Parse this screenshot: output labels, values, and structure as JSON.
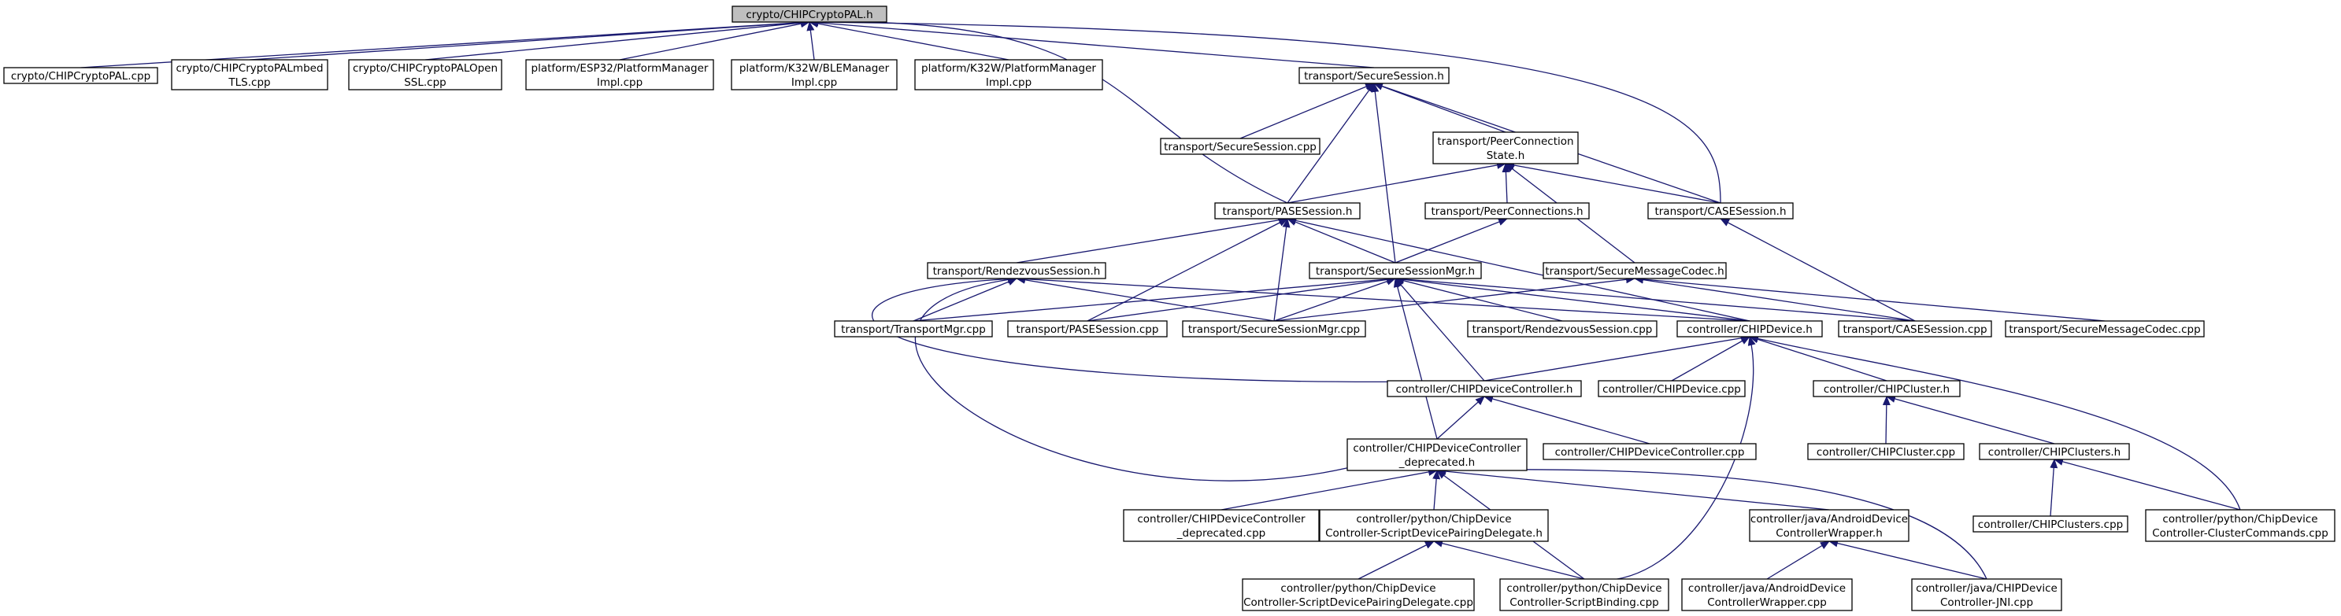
{
  "graph": {
    "colors": {
      "edge": "#191970",
      "node_border": "#000000",
      "root_fill": "#bfbfbf",
      "node_fill": "#ffffff"
    },
    "nodes": [
      {
        "id": "root",
        "lines": [
          "crypto/CHIPCryptoPAL.h"
        ]
      },
      {
        "id": "cryptopal_cpp",
        "lines": [
          "crypto/CHIPCryptoPAL.cpp"
        ]
      },
      {
        "id": "cryptopal_mbedtls",
        "lines": [
          "crypto/CHIPCryptoPALmbed",
          "TLS.cpp"
        ]
      },
      {
        "id": "cryptopal_openssl",
        "lines": [
          "crypto/CHIPCryptoPALOpen",
          "SSL.cpp"
        ]
      },
      {
        "id": "esp32_pm",
        "lines": [
          "platform/ESP32/PlatformManager",
          "Impl.cpp"
        ]
      },
      {
        "id": "k32w_ble",
        "lines": [
          "platform/K32W/BLEManager",
          "Impl.cpp"
        ]
      },
      {
        "id": "k32w_pm",
        "lines": [
          "platform/K32W/PlatformManager",
          "Impl.cpp"
        ]
      },
      {
        "id": "securesession_h",
        "lines": [
          "transport/SecureSession.h"
        ]
      },
      {
        "id": "securesession_cpp",
        "lines": [
          "transport/SecureSession.cpp"
        ]
      },
      {
        "id": "peerconn_state",
        "lines": [
          "transport/PeerConnection",
          "State.h"
        ]
      },
      {
        "id": "casesession_h",
        "lines": [
          "transport/CASESession.h"
        ]
      },
      {
        "id": "peerconnections_h",
        "lines": [
          "transport/PeerConnections.h"
        ]
      },
      {
        "id": "pasesession_h",
        "lines": [
          "transport/PASESession.h"
        ]
      },
      {
        "id": "rendezvous_h",
        "lines": [
          "transport/RendezvousSession.h"
        ]
      },
      {
        "id": "securesessionmgr_h",
        "lines": [
          "transport/SecureSessionMgr.h"
        ]
      },
      {
        "id": "securemsgcodec_h",
        "lines": [
          "transport/SecureMessageCodec.h"
        ]
      },
      {
        "id": "transportmgr_cpp",
        "lines": [
          "transport/TransportMgr.cpp"
        ]
      },
      {
        "id": "pasesession_cpp",
        "lines": [
          "transport/PASESession.cpp"
        ]
      },
      {
        "id": "securesessionmgr_cpp",
        "lines": [
          "transport/SecureSessionMgr.cpp"
        ]
      },
      {
        "id": "rendezvous_cpp",
        "lines": [
          "transport/RendezvousSession.cpp"
        ]
      },
      {
        "id": "chipdevice_h",
        "lines": [
          "controller/CHIPDevice.h"
        ]
      },
      {
        "id": "casesession_cpp",
        "lines": [
          "transport/CASESession.cpp"
        ]
      },
      {
        "id": "securemsgcodec_cpp",
        "lines": [
          "transport/SecureMessageCodec.cpp"
        ]
      },
      {
        "id": "devctrl_h",
        "lines": [
          "controller/CHIPDeviceController.h"
        ]
      },
      {
        "id": "chipdevice_cpp",
        "lines": [
          "controller/CHIPDevice.cpp"
        ]
      },
      {
        "id": "chipcluster_h",
        "lines": [
          "controller/CHIPCluster.h"
        ]
      },
      {
        "id": "devctrl_dep_h",
        "lines": [
          "controller/CHIPDeviceController",
          "_deprecated.h"
        ]
      },
      {
        "id": "devctrl_cpp",
        "lines": [
          "controller/CHIPDeviceController.cpp"
        ]
      },
      {
        "id": "chipcluster_cpp",
        "lines": [
          "controller/CHIPCluster.cpp"
        ]
      },
      {
        "id": "chipclusters_h",
        "lines": [
          "controller/CHIPClusters.h"
        ]
      },
      {
        "id": "devctrl_dep_cpp",
        "lines": [
          "controller/CHIPDeviceController",
          "_deprecated.cpp"
        ]
      },
      {
        "id": "py_pairing_h",
        "lines": [
          "controller/python/ChipDevice",
          "Controller-ScriptDevicePairingDelegate.h"
        ]
      },
      {
        "id": "android_wrapper_h",
        "lines": [
          "controller/java/AndroidDevice",
          "ControllerWrapper.h"
        ]
      },
      {
        "id": "chipclusters_cpp",
        "lines": [
          "controller/CHIPClusters.cpp"
        ]
      },
      {
        "id": "py_clustercmds_cpp",
        "lines": [
          "controller/python/ChipDevice",
          "Controller-ClusterCommands.cpp"
        ]
      },
      {
        "id": "py_pairing_cpp",
        "lines": [
          "controller/python/ChipDevice",
          "Controller-ScriptDevicePairingDelegate.cpp"
        ]
      },
      {
        "id": "py_binding_cpp",
        "lines": [
          "controller/python/ChipDevice",
          "Controller-ScriptBinding.cpp"
        ]
      },
      {
        "id": "android_wrapper_cpp",
        "lines": [
          "controller/java/AndroidDevice",
          "ControllerWrapper.cpp"
        ]
      },
      {
        "id": "java_jni_cpp",
        "lines": [
          "controller/java/CHIPDevice",
          "Controller-JNI.cpp"
        ]
      }
    ],
    "edges": [
      [
        "root",
        "cryptopal_cpp"
      ],
      [
        "root",
        "cryptopal_mbedtls"
      ],
      [
        "root",
        "cryptopal_openssl"
      ],
      [
        "root",
        "esp32_pm"
      ],
      [
        "root",
        "k32w_ble"
      ],
      [
        "root",
        "k32w_pm"
      ],
      [
        "root",
        "securesession_h"
      ],
      [
        "root",
        "casesession_h"
      ],
      [
        "root",
        "pasesession_h"
      ],
      [
        "securesession_h",
        "securesession_cpp"
      ],
      [
        "securesession_h",
        "peerconn_state"
      ],
      [
        "securesession_h",
        "casesession_h"
      ],
      [
        "securesession_h",
        "pasesession_h"
      ],
      [
        "securesession_h",
        "securesessionmgr_h"
      ],
      [
        "peerconn_state",
        "pasesession_h"
      ],
      [
        "peerconn_state",
        "peerconnections_h"
      ],
      [
        "peerconn_state",
        "casesession_h"
      ],
      [
        "peerconn_state",
        "securemsgcodec_h"
      ],
      [
        "peerconnections_h",
        "securesessionmgr_h"
      ],
      [
        "casesession_h",
        "casesession_cpp"
      ],
      [
        "pasesession_h",
        "rendezvous_h"
      ],
      [
        "pasesession_h",
        "securesessionmgr_h"
      ],
      [
        "pasesession_h",
        "pasesession_cpp"
      ],
      [
        "pasesession_h",
        "securesessionmgr_cpp"
      ],
      [
        "pasesession_h",
        "chipdevice_h"
      ],
      [
        "rendezvous_h",
        "transportmgr_cpp"
      ],
      [
        "rendezvous_h",
        "securesessionmgr_cpp"
      ],
      [
        "rendezvous_h",
        "chipdevice_h"
      ],
      [
        "rendezvous_h",
        "devctrl_h"
      ],
      [
        "rendezvous_h",
        "devctrl_dep_h"
      ],
      [
        "securesessionmgr_h",
        "transportmgr_cpp"
      ],
      [
        "securesessionmgr_h",
        "pasesession_cpp"
      ],
      [
        "securesessionmgr_h",
        "securesessionmgr_cpp"
      ],
      [
        "securesessionmgr_h",
        "rendezvous_cpp"
      ],
      [
        "securesessionmgr_h",
        "chipdevice_h"
      ],
      [
        "securesessionmgr_h",
        "casesession_cpp"
      ],
      [
        "securesessionmgr_h",
        "devctrl_h"
      ],
      [
        "securesessionmgr_h",
        "devctrl_dep_h"
      ],
      [
        "securemsgcodec_h",
        "securesessionmgr_cpp"
      ],
      [
        "securemsgcodec_h",
        "casesession_cpp"
      ],
      [
        "securemsgcodec_h",
        "securemsgcodec_cpp"
      ],
      [
        "chipdevice_h",
        "devctrl_h"
      ],
      [
        "chipdevice_h",
        "chipdevice_cpp"
      ],
      [
        "chipdevice_h",
        "chipcluster_h"
      ],
      [
        "chipdevice_h",
        "py_clustercmds_cpp"
      ],
      [
        "chipdevice_h",
        "py_binding_cpp"
      ],
      [
        "devctrl_h",
        "devctrl_dep_h"
      ],
      [
        "devctrl_h",
        "devctrl_cpp"
      ],
      [
        "chipcluster_h",
        "chipcluster_cpp"
      ],
      [
        "chipcluster_h",
        "chipclusters_h"
      ],
      [
        "chipclusters_h",
        "chipclusters_cpp"
      ],
      [
        "chipclusters_h",
        "py_clustercmds_cpp"
      ],
      [
        "devctrl_dep_h",
        "devctrl_dep_cpp"
      ],
      [
        "devctrl_dep_h",
        "py_pairing_h"
      ],
      [
        "devctrl_dep_h",
        "py_binding_cpp"
      ],
      [
        "devctrl_dep_h",
        "android_wrapper_h"
      ],
      [
        "devctrl_dep_h",
        "java_jni_cpp"
      ],
      [
        "py_pairing_h",
        "py_pairing_cpp"
      ],
      [
        "py_pairing_h",
        "py_binding_cpp"
      ],
      [
        "android_wrapper_h",
        "android_wrapper_cpp"
      ],
      [
        "android_wrapper_h",
        "java_jni_cpp"
      ]
    ]
  }
}
